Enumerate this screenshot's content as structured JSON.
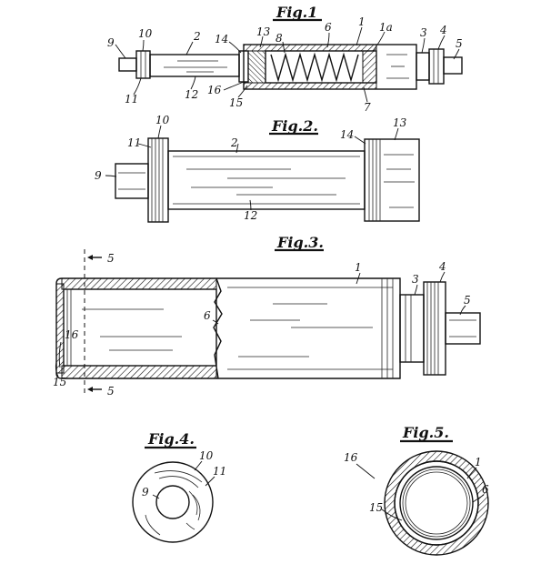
{
  "figures": {
    "fig1": {
      "title": "Fig.1",
      "labels": {
        "n9": "9",
        "n10": "10",
        "n11": "11",
        "n2": "2",
        "n12": "12",
        "n14": "14",
        "n16": "16",
        "n15": "15",
        "n13": "13",
        "n8": "8",
        "n6": "6",
        "n1": "1",
        "n1a": "1a",
        "n7": "7",
        "n3": "3",
        "n4": "4",
        "n5": "5"
      }
    },
    "fig2": {
      "title": "Fig.2.",
      "labels": {
        "n10": "10",
        "n11": "11",
        "n9": "9",
        "n2": "2",
        "n12": "12",
        "n14": "14",
        "n13": "13"
      }
    },
    "fig3": {
      "title": "Fig.3.",
      "labels": {
        "n5a": "5",
        "n5b": "5",
        "n1": "1",
        "n3": "3",
        "n4": "4",
        "n5": "5",
        "n6": "6",
        "n16": "16",
        "n15": "15"
      }
    },
    "fig4": {
      "title": "Fig.4.",
      "labels": {
        "n10": "10",
        "n11": "11",
        "n9": "9"
      }
    },
    "fig5": {
      "title": "Fig.5.",
      "labels": {
        "n16": "16",
        "n1": "1",
        "n15": "15",
        "n6": "6"
      }
    }
  }
}
